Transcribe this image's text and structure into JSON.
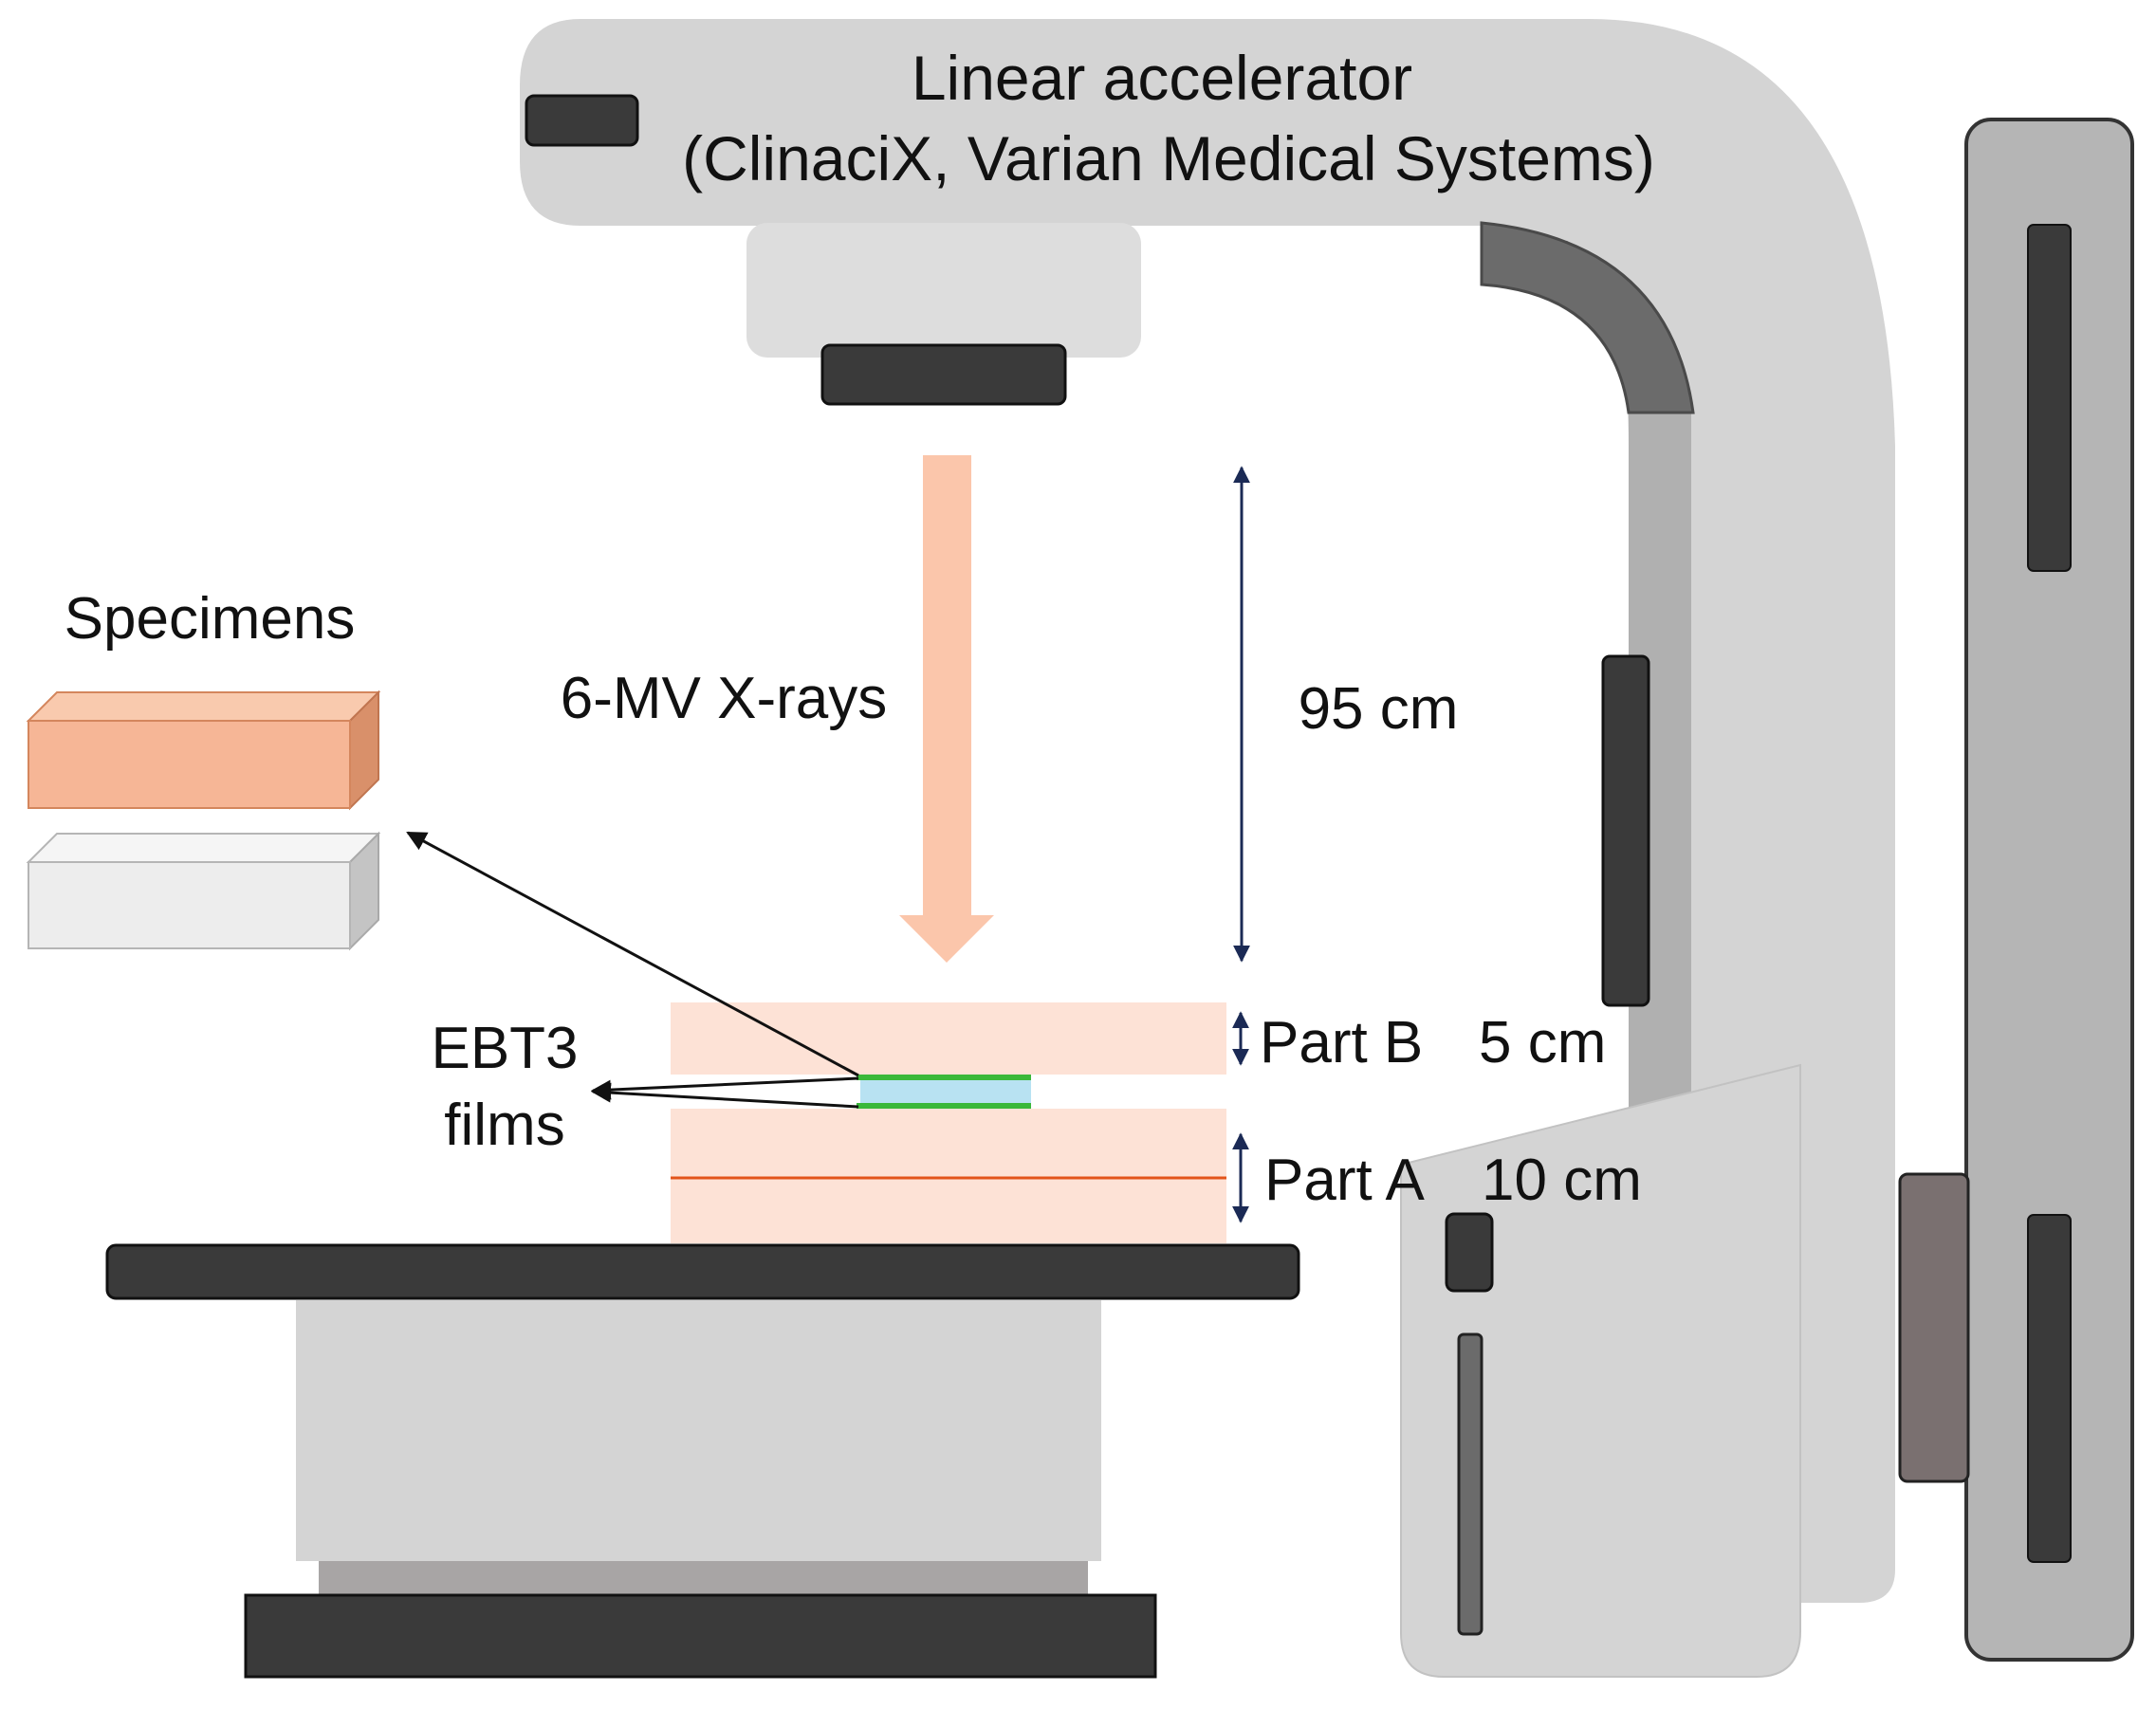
{
  "labels": {
    "linac_title": "Linear accelerator",
    "linac_model": "(ClinaciX, Varian Medical Systems)",
    "beam": "6-MV X-rays",
    "distance": "95 cm",
    "specimens": "Specimens",
    "films_line1": "EBT3",
    "films_line2": "films",
    "part_b_name": "Part B",
    "part_b_thickness": "5 cm",
    "part_a_name": "Part A",
    "part_a_thickness": "10 cm"
  },
  "colors": {
    "machine_light": "#d4d4d4",
    "machine_mid": "#b0b0b0",
    "dark_block": "#3a3a3a",
    "beam_arrow": "#fbc6ab",
    "phantom": "#fde2d6",
    "specimen_top": "#f6b696",
    "specimen_bottom": "#ededed",
    "film_green": "#3ab83a",
    "film_blue": "#b8e2f2",
    "dimension_arrow": "#1b2a55",
    "phantom_line": "#e2541a"
  }
}
